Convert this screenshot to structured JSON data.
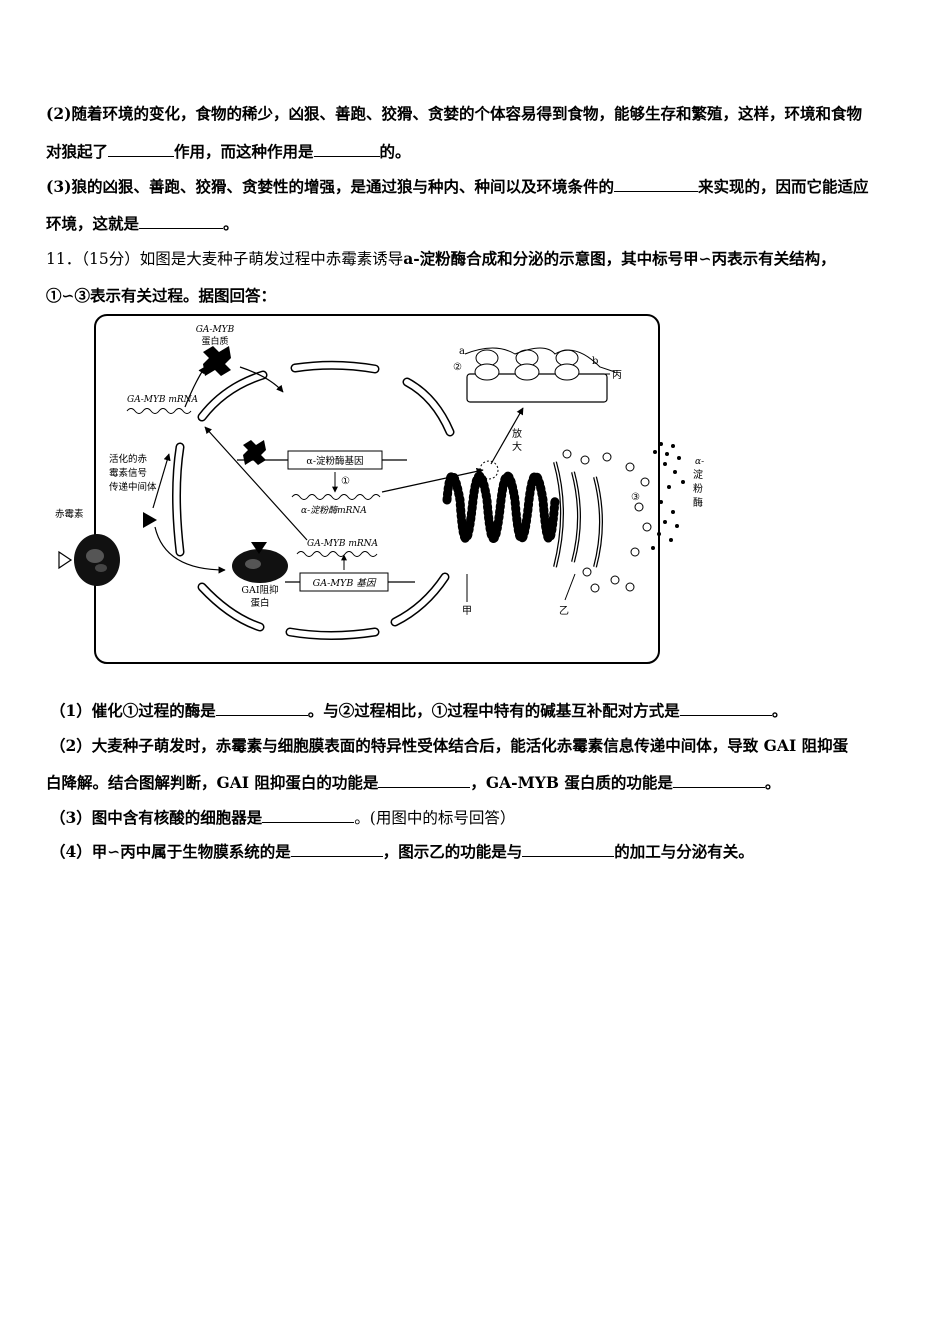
{
  "q10": {
    "p2_a": "(2)随着环境的变化，食物的稀少，凶狠、善跑、狡猾、贪婪的个体容易得到食物，能够生存和繁殖，这样，环境和食物",
    "p2_b1": "对狼起了",
    "p2_b2": "作用，而这种作用是",
    "p2_b3": "的。",
    "p3_a1": "(3)狼的凶狠、善跑、狡猾、贪婪性的增强，是通过狼与种内、种间以及环境条件的",
    "p3_a2": "来实现的，因而它能适应",
    "p3_b1": "环境，这就是",
    "p3_b2": "。"
  },
  "q11": {
    "stem_a1": "11．（15分）如图是大麦种子萌发过程中赤霉素诱导",
    "stem_a2": "a-淀粉酶合成和分泌的示意图，其中标号甲∽丙表示有关结构，",
    "stem_b": "①∽③表示有关过程。据图回答：",
    "s1_a": "（1）催化①过程的酶是",
    "s1_b": "。与②过程相比，①过程中特有的碱基互补配对方式是",
    "s1_c": "。",
    "s2_a": "（2）大麦种子萌发时，赤霉素与细胞膜表面的特异性受体结合后，能活化赤霉素信息传递中间体，导致 GAI 阻抑蛋",
    "s2_b1": "白降解。结合图解判断，GAI 阻抑蛋白的功能是",
    "s2_b2": "，GA-MYB 蛋白质的功能是",
    "s2_b3": "。",
    "s3_a": "（3）图中含有核酸的细胞器是",
    "s3_b": "。(用图中的标号回答）",
    "s4_a": "（4）甲∽丙中属于生物膜系统的是",
    "s4_b": "，图示乙的功能是与",
    "s4_c": "的加工与分泌有关。"
  },
  "figure": {
    "ga_myb_protein_1": "GA-MYB",
    "ga_myb_protein_2": "蛋白质",
    "ga_myb_mrna_top": "GA-MYB mRNA",
    "signal_1": "活化的赤",
    "signal_2": "霉素信号",
    "signal_3": "传递中间体",
    "gibberellin": "赤霉素",
    "amylase_gene": "α-淀粉酶基因",
    "step1": "①",
    "amylase_mrna": "α-淀粉酶mRNA",
    "ga_myb_mrna_bottom": "GA-MYB mRNA",
    "ga_myb_gene": "GA-MYB 基因",
    "gai_1": "GAI阻抑",
    "gai_2": "蛋白",
    "label_a": "a",
    "label_b": "b",
    "step2": "②",
    "label_bing": "丙",
    "enlarge_1": "放",
    "enlarge_2": "大",
    "label_jia": "甲",
    "label_yi": "乙",
    "step3": "③",
    "amylase_side_1": "α-",
    "amylase_side_2": "淀",
    "amylase_side_3": "粉",
    "amylase_side_4": "酶"
  }
}
